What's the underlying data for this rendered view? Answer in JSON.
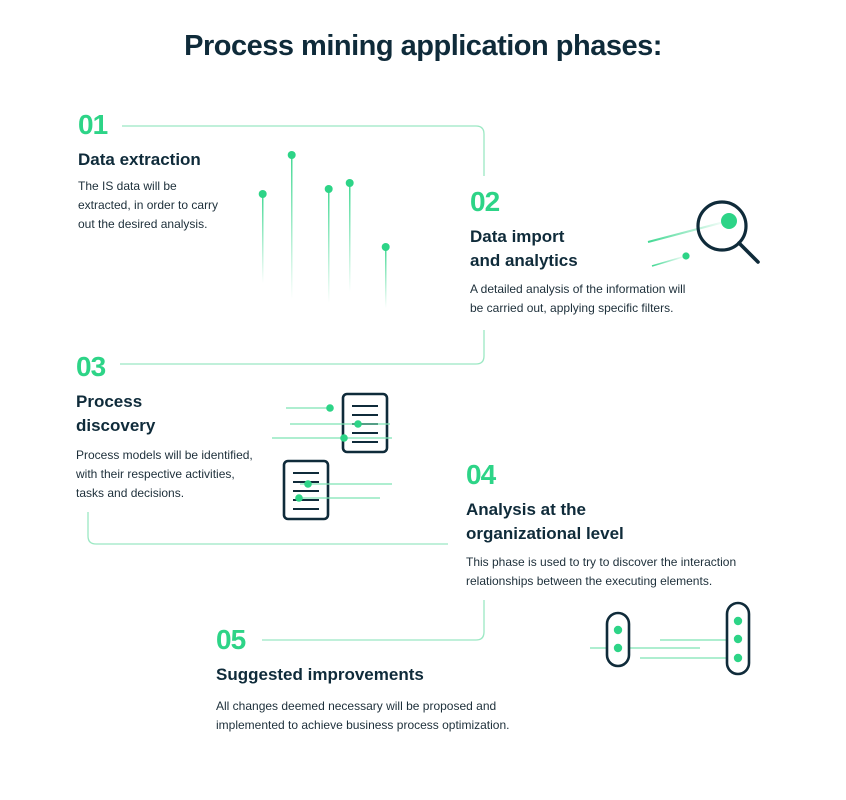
{
  "title": "Process mining application phases:",
  "phases": [
    {
      "number": "01",
      "heading": "Data extraction",
      "desc_lines": [
        "The IS data will be",
        "extracted, in order to carry",
        "out the desired analysis."
      ]
    },
    {
      "number": "02",
      "heading_lines": [
        "Data import",
        "and analytics"
      ],
      "desc_lines": [
        "A detailed analysis of the information will",
        "be carried out, applying specific filters."
      ]
    },
    {
      "number": "03",
      "heading_lines": [
        "Process",
        "discovery"
      ],
      "desc_lines": [
        "Process models will be identified,",
        "with their respective activities,",
        "tasks and decisions."
      ]
    },
    {
      "number": "04",
      "heading_lines": [
        "Analysis at the",
        "organizational level"
      ],
      "desc_lines": [
        "This phase is used to try to discover the interaction",
        "relationships between the executing elements."
      ]
    },
    {
      "number": "05",
      "heading": "Suggested improvements",
      "desc_lines": [
        "All changes deemed necessary will be proposed and",
        "implemented to achieve business process optimization."
      ]
    }
  ],
  "colors": {
    "accent": "#2dd487",
    "dark": "#0f2b3a",
    "connector": "#9be8c3"
  },
  "icons": [
    "data-drops-icon",
    "magnifier-icon",
    "document-icon",
    "document-icon",
    "node-capsule-icon",
    "node-capsule-icon"
  ]
}
